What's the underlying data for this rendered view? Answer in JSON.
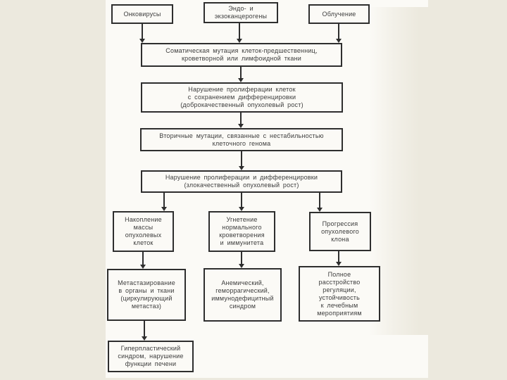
{
  "slide": {
    "background_color": "#ece9de",
    "scan_background_color": "#fbfaf6",
    "box_border_color": "#2e2e2e",
    "text_color": "#3d3d3d"
  },
  "flowchart": {
    "sources": [
      {
        "label": "Онковирусы"
      },
      {
        "label": "Эндо- и\nэкзоканцерогены"
      },
      {
        "label": "Облучение"
      }
    ],
    "stages": [
      {
        "label": "Соматическая мутация клеток-предшественниц,\nкроветворной или лимфоидной ткани"
      },
      {
        "label": "Нарушение пролиферации клеток\nс сохранением дифференцировки\n(доброкачественный опухолевый рост)"
      },
      {
        "label": "Вторичные мутации, связанные с нестабильностью\nклеточного генома"
      },
      {
        "label": "Нарушение пролиферации и дифференцировки\n(злокачественный опухолевый рост)"
      }
    ],
    "branches": {
      "left": [
        {
          "label": "Накопление\nмассы\nопухолевых\nклеток"
        },
        {
          "label": "Метастазирование\nв органы и ткани\n(циркулирующий\nметастаз)"
        },
        {
          "label": "Гиперпластический\nсиндром, нарушение\nфункции печени"
        }
      ],
      "middle": [
        {
          "label": "Угнетение\nнормального\nкроветворения\nи иммунитета"
        },
        {
          "label": "Анемический,\nгеморрагический,\nиммунодефицитный\nсиндром"
        }
      ],
      "right": [
        {
          "label": "Прогрессия\nопухолевого\nклона"
        },
        {
          "label": "Полное\nрасстройство\nрегуляции,\nустойчивость\nк лечебным\nмероприятиям"
        }
      ]
    }
  }
}
